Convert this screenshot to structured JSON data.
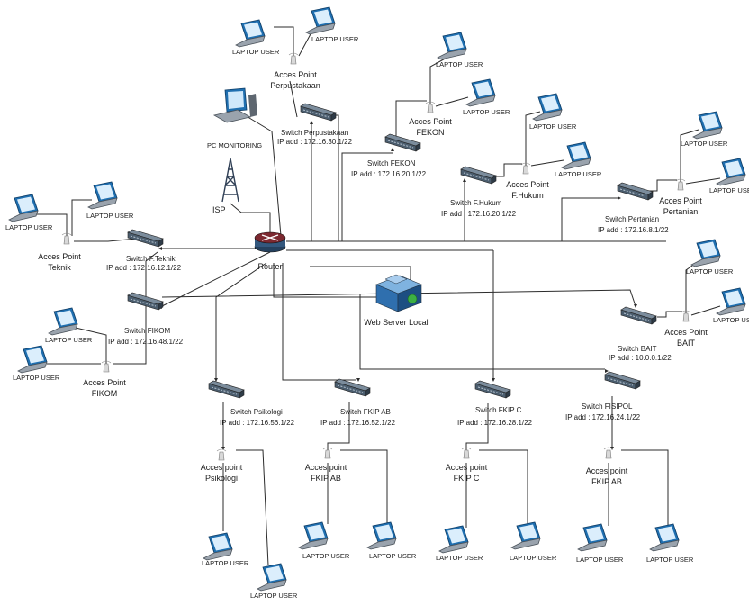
{
  "diagram": {
    "router": {
      "label": "Router"
    },
    "isp": {
      "label": "ISP"
    },
    "pc_monitoring": {
      "label": "PC MONITORING"
    },
    "web_server": {
      "label": "Web Server Local"
    },
    "laptop_label": "LAPTOP USER",
    "switches": [
      {
        "id": "perpustakaan",
        "name": "Switch Perpustakaan",
        "ip": "IP add : 172.16.30.1/22"
      },
      {
        "id": "fekon",
        "name": "Switch FEKON",
        "ip": "IP add : 172.16.20.1/22"
      },
      {
        "id": "fhukum",
        "name": "Switch F.Hukum",
        "ip": "IP add : 172.16.20.1/22"
      },
      {
        "id": "pertanian",
        "name": "Switch Pertanian",
        "ip": "IP add : 172.16.8.1/22"
      },
      {
        "id": "fteknik",
        "name": "Switch F.Teknik",
        "ip": "IP add : 172.16.12.1/22"
      },
      {
        "id": "fikom",
        "name": "Switch FIKOM",
        "ip": "IP add : 172.16.48.1/22"
      },
      {
        "id": "bait",
        "name": "Switch BAIT",
        "ip": "IP add : 10.0.0.1/22"
      },
      {
        "id": "psikologi",
        "name": "Switch Psikologi",
        "ip": "IP add : 172.16.56.1/22"
      },
      {
        "id": "fkipab",
        "name": "Switch FKIP AB",
        "ip": "IP add : 172.16.52.1/22"
      },
      {
        "id": "fkipc",
        "name": "Switch FKIP C",
        "ip": "IP add : 172.16.28.1/22"
      },
      {
        "id": "fisipol",
        "name": "Switch FISIPOL",
        "ip": "IP add : 172.16.24.1/22"
      }
    ],
    "access_points": [
      {
        "id": "perpustakaan",
        "line1": "Acces Point",
        "line2": "Perpustakaan"
      },
      {
        "id": "fekon",
        "line1": "Acces Point",
        "line2": "FEKON"
      },
      {
        "id": "fhukum",
        "line1": "Acces Point",
        "line2": "F.Hukum"
      },
      {
        "id": "pertanian",
        "line1": "Acces Point",
        "line2": "Pertanian"
      },
      {
        "id": "teknik",
        "line1": "Acces Point",
        "line2": "Teknik"
      },
      {
        "id": "fikom",
        "line1": "Acces Point",
        "line2": "FIKOM"
      },
      {
        "id": "bait",
        "line1": "Acces Point",
        "line2": "BAIT"
      },
      {
        "id": "psikologi",
        "line1": "Acces point",
        "line2": "Psikologi"
      },
      {
        "id": "fkipab",
        "line1": "Acces point",
        "line2": "FKIP AB"
      },
      {
        "id": "fkipc",
        "line1": "Acces point",
        "line2": "FKIP C"
      },
      {
        "id": "fisipol",
        "line1": "Acces point",
        "line2": "FKIP AB"
      }
    ]
  }
}
